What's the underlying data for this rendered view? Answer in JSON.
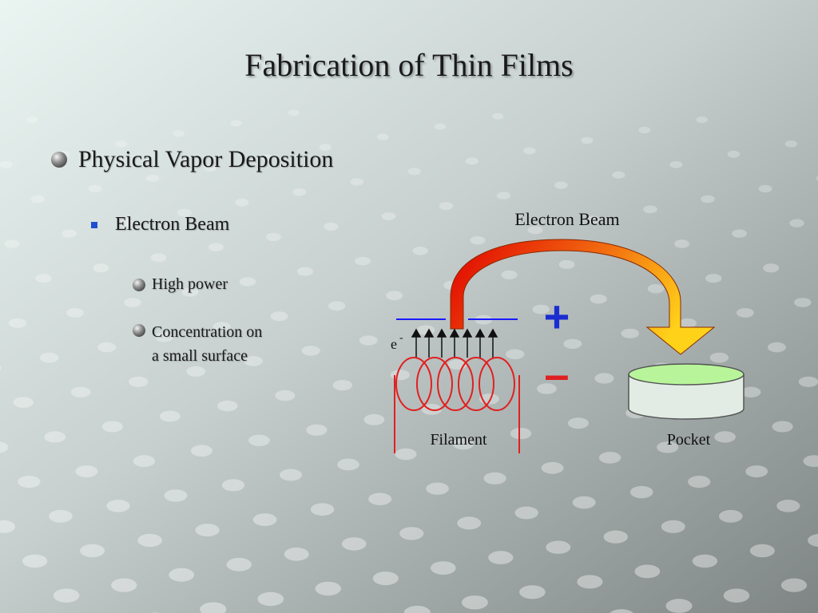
{
  "slide": {
    "title": "Fabrication of Thin Films",
    "bullets": {
      "level1": "Physical Vapor Deposition",
      "level2": "Electron Beam",
      "level3": [
        "High power",
        "Concentration on\na small surface"
      ]
    }
  },
  "diagram": {
    "labels": {
      "beam": "Electron Beam",
      "electron": "e",
      "electron_charge": "-",
      "plus": "+",
      "minus": "–",
      "filament": "Filament",
      "pocket": "Pocket"
    },
    "colors": {
      "beam_start": "#e00000",
      "beam_end": "#ffd21a",
      "coil": "#e02020",
      "plate": "#1a1aff",
      "plus": "#1a2ed0",
      "minus": "#e02020",
      "pocket_fill": "#e2ece4",
      "pocket_top": "#b8f59a"
    }
  }
}
